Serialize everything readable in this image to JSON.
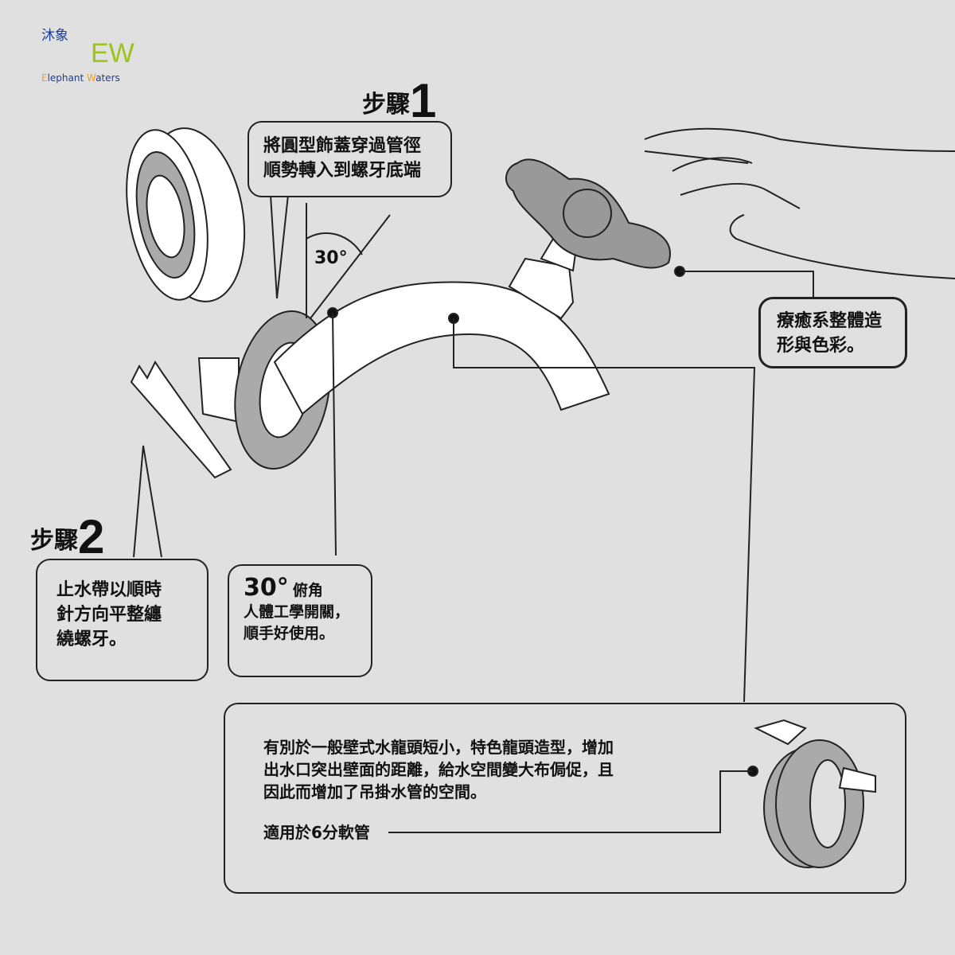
{
  "logo": {
    "chinese": "沐象",
    "mark": "EW",
    "english_first": "E",
    "english_rest1": "lephant ",
    "english_w": "W",
    "english_rest2": "aters",
    "green": "#9dc41a",
    "orange": "#f0a020"
  },
  "step1": {
    "label": "步驟",
    "number": "1",
    "text": "將圓型飾蓋穿過管徑\n順勢轉入到螺牙底端"
  },
  "step2": {
    "label": "步驟",
    "number": "2",
    "text": "止水帶以順時\n針方向平整纏\n繞螺牙。"
  },
  "angle": {
    "label": "30°"
  },
  "ergonomic": {
    "angle": "30°",
    "title": "俯角",
    "text": "人體工學開關，\n順手好使用。"
  },
  "healing": {
    "text": "療癒系整體造\n形與色彩。"
  },
  "description": {
    "text": "有別於一般壁式水龍頭短小，特色龍頭造型，增加\n出水口突出壁面的距離，給水空間變大布侷促，且\n因此而增加了吊掛水管的空間。",
    "hose": "適用於6分軟管"
  }
}
